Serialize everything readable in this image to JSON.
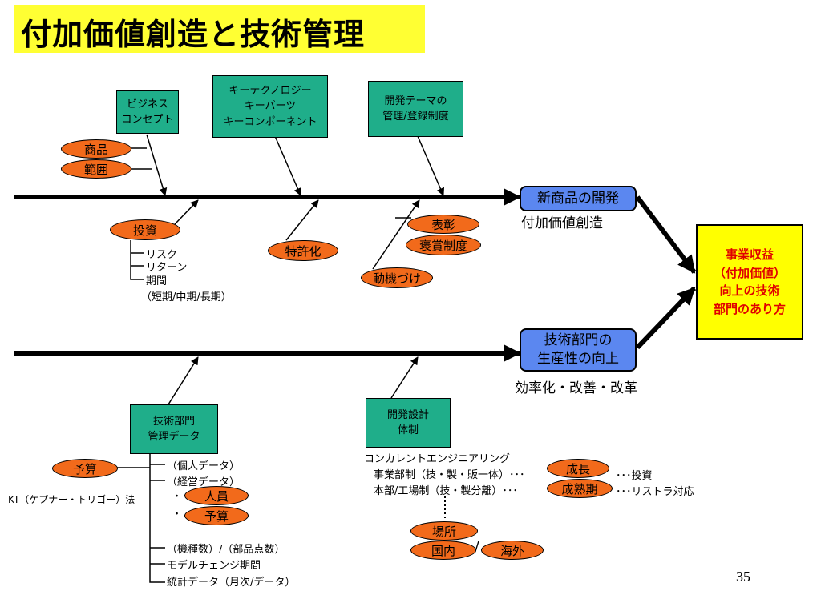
{
  "title": "付加価値創造と技術管理",
  "boxes": {
    "business_concept": [
      "ビジネス",
      "コンセプト"
    ],
    "key_tech": [
      "キーテクノロジー",
      "キーパーツ",
      "キーコンポーネント"
    ],
    "dev_theme": [
      "開発テーマの",
      "管理/登録制度"
    ],
    "tech_dept_data": [
      "技術部門",
      "管理データ"
    ],
    "dev_design": [
      "開発設計",
      "体制"
    ]
  },
  "ovals": {
    "shohin": "商品",
    "hani": "範囲",
    "toshi": "投資",
    "tokkyo": "特許化",
    "hyosho": "表彰",
    "hosho": "褒賞制度",
    "doki": "動機づけ",
    "yosan_left": "予算",
    "jinin": "人員",
    "yosan": "予算",
    "seicho": "成長",
    "seijuku": "成熟期",
    "basho": "場所",
    "kokunai": "国内",
    "kaigai": "海外"
  },
  "results": {
    "new_product": "新商品の開発",
    "value_creation": "付加価値創造",
    "productivity": [
      "技術部門の",
      "生産性の向上"
    ],
    "efficiency": "効率化・改善・改革"
  },
  "outcome": [
    "事業収益",
    "（付加価値）",
    "向上の技術",
    "部門のあり方"
  ],
  "labels": {
    "risk": "リスク",
    "return": "リターン",
    "period": "期間",
    "period_detail": "（短期/中期/長期）",
    "personal_data": "（個人データ）",
    "management_data": "（経営データ）",
    "dot1": "・",
    "dot2": "・",
    "kt_method": "KT（ケプナー・トリゴー）法",
    "machine_parts": "（機種数）/（部品点数）",
    "model_change": "モデルチェンジ期間",
    "stat_data": "統計データ（月次/データ）",
    "concurrent": "コンカレントエンジニアリング",
    "division": "事業部制（技・製・販一体）･･･",
    "hq_factory": "本部/工場制（技・製分離）･･･",
    "investment": "･･･投資",
    "restructure": "･･･リストラ対応",
    "slash": "/",
    "page_number": "35"
  }
}
